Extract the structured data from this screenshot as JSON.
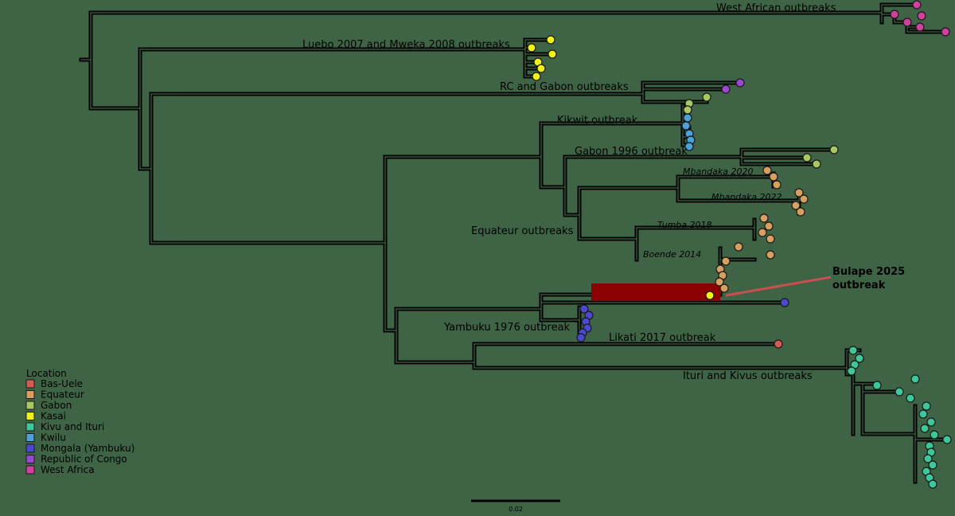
{
  "colors": {
    "background": "#3f6345",
    "Bas-Uele": "#d45a52",
    "Equateur": "#d8a060",
    "Gabon": "#a8c860",
    "Kasai": "#f2f21a",
    "Kivu and Ituri": "#3ec89a",
    "Kwilu": "#4aa2d8",
    "Mongala (Yambuku)": "#4a4ad0",
    "Republic of Congo": "#9a48d0",
    "West Africa": "#d0409e",
    "highlight": "#8b0000"
  },
  "clade_labels": [
    {
      "id": "west-african",
      "text": "West African outbreaks"
    },
    {
      "id": "luebo-mweka",
      "text": "Luebo 2007 and Mweka 2008 outbreaks"
    },
    {
      "id": "rc-gabon",
      "text": "RC and Gabon outbreaks"
    },
    {
      "id": "kikwit",
      "text": "Kikwit outbreak"
    },
    {
      "id": "gabon-1996",
      "text": "Gabon 1996 outbreak"
    },
    {
      "id": "equateur",
      "text": "Equateur outbreaks"
    },
    {
      "id": "yambuku",
      "text": "Yambuku 1976 outbreak"
    },
    {
      "id": "likati",
      "text": "Likati 2017 outbreak"
    },
    {
      "id": "ituri-kivus",
      "text": "Ituri and Kivus outbreaks"
    }
  ],
  "sub_labels": [
    {
      "id": "mbandaka-2020",
      "text": "Mbandaka 2020"
    },
    {
      "id": "mbandaka-2022",
      "text": "Mbandaka 2022"
    },
    {
      "id": "tumba-2018",
      "text": "Tumba 2018"
    },
    {
      "id": "boende-2014",
      "text": "Boende 2014"
    }
  ],
  "callout": {
    "line1": "Bulape 2025",
    "line2": "outbreak"
  },
  "legend": {
    "title": "Location",
    "items": [
      "Bas-Uele",
      "Equateur",
      "Gabon",
      "Kasai",
      "Kivu and Ituri",
      "Kwilu",
      "Mongala (Yambuku)",
      "Republic of Congo",
      "West Africa"
    ]
  },
  "scale_bar": {
    "label": "0.02"
  }
}
